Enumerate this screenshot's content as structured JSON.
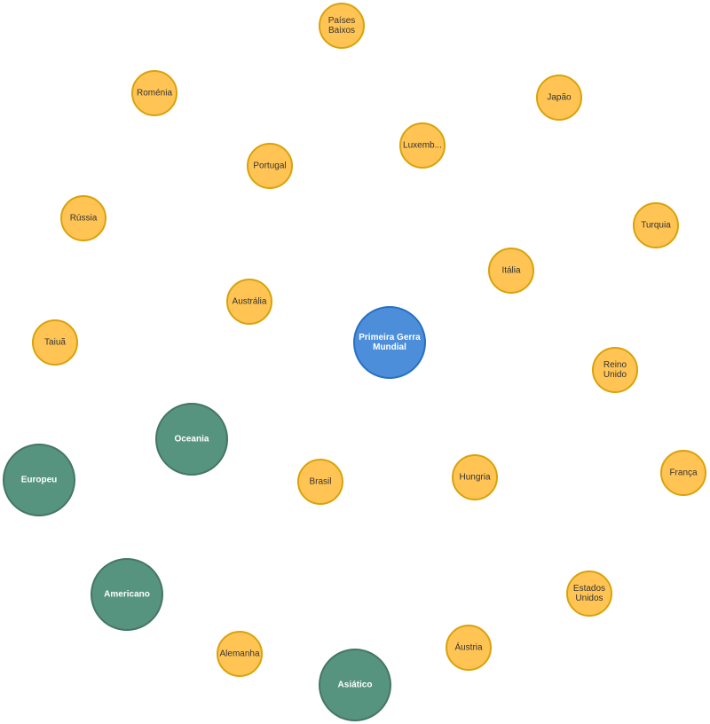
{
  "colors": {
    "country_fill": "#ffc454",
    "country_stroke": "#d9a20b",
    "country_text": "#333333",
    "war_fill": "#4c8eda",
    "war_stroke": "#2870c2",
    "war_text": "#ffffff",
    "continent_fill": "#569480",
    "continent_stroke": "#447666",
    "continent_text": "#ffffff"
  },
  "nodes": [
    {
      "id": "paises-baixos",
      "category": "country",
      "lines": [
        "Países",
        "Baixos"
      ]
    },
    {
      "id": "romenia",
      "category": "country",
      "lines": [
        "Roménia"
      ]
    },
    {
      "id": "japao",
      "category": "country",
      "lines": [
        "Japão"
      ]
    },
    {
      "id": "luxemburgo",
      "category": "country",
      "lines": [
        "Luxemb..."
      ]
    },
    {
      "id": "portugal",
      "category": "country",
      "lines": [
        "Portugal"
      ]
    },
    {
      "id": "russia",
      "category": "country",
      "lines": [
        "Rússia"
      ]
    },
    {
      "id": "turquia",
      "category": "country",
      "lines": [
        "Turquia"
      ]
    },
    {
      "id": "italia",
      "category": "country",
      "lines": [
        "Itália"
      ]
    },
    {
      "id": "australia",
      "category": "country",
      "lines": [
        "Austrália"
      ]
    },
    {
      "id": "primeira-gerra-mundial",
      "category": "war",
      "lines": [
        "Primeira Gerra",
        "Mundial"
      ]
    },
    {
      "id": "taiua",
      "category": "country",
      "lines": [
        "Taiuã"
      ]
    },
    {
      "id": "reino-unido",
      "category": "country",
      "lines": [
        "Reino",
        "Unido"
      ]
    },
    {
      "id": "oceania",
      "category": "continent",
      "lines": [
        "Oceania"
      ]
    },
    {
      "id": "europeu",
      "category": "continent",
      "lines": [
        "Europeu"
      ]
    },
    {
      "id": "brasil",
      "category": "country",
      "lines": [
        "Brasil"
      ]
    },
    {
      "id": "hungria",
      "category": "country",
      "lines": [
        "Hungria"
      ]
    },
    {
      "id": "franca",
      "category": "country",
      "lines": [
        "França"
      ]
    },
    {
      "id": "americano",
      "category": "continent",
      "lines": [
        "Americano"
      ]
    },
    {
      "id": "estados-unidos",
      "category": "country",
      "lines": [
        "Estados",
        "Unidos"
      ]
    },
    {
      "id": "alemanha",
      "category": "country",
      "lines": [
        "Alemanha"
      ]
    },
    {
      "id": "austria",
      "category": "country",
      "lines": [
        "Áustria"
      ]
    },
    {
      "id": "asiatico",
      "category": "continent",
      "lines": [
        "Asiático"
      ]
    }
  ]
}
